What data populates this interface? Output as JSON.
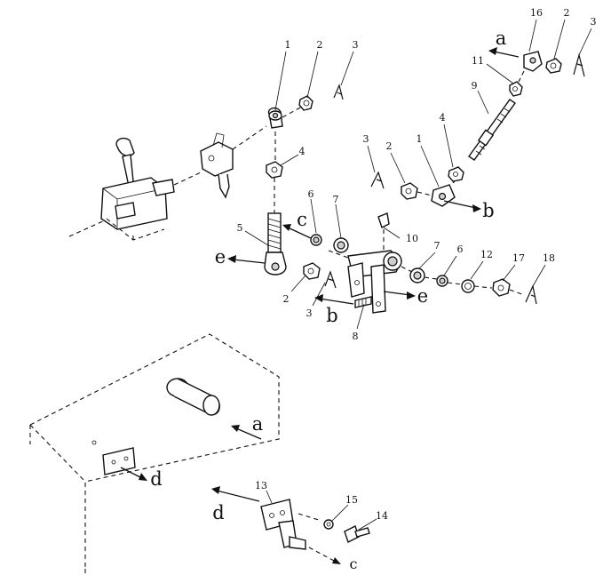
{
  "labels": [
    {
      "id": "p1-top",
      "text": "1"
    },
    {
      "id": "p2-top",
      "text": "2"
    },
    {
      "id": "p3-top",
      "text": "3"
    },
    {
      "id": "p4-top",
      "text": "4"
    },
    {
      "id": "p5",
      "text": "5"
    },
    {
      "id": "p6-left",
      "text": "6"
    },
    {
      "id": "p7-left",
      "text": "7"
    },
    {
      "id": "p10",
      "text": "10"
    },
    {
      "id": "p2-bot",
      "text": "2"
    },
    {
      "id": "p3-bot",
      "text": "3"
    },
    {
      "id": "p8",
      "text": "8"
    },
    {
      "id": "p7-right",
      "text": "7"
    },
    {
      "id": "p6-right",
      "text": "6"
    },
    {
      "id": "p12",
      "text": "12"
    },
    {
      "id": "p17",
      "text": "17"
    },
    {
      "id": "p18",
      "text": "18"
    },
    {
      "id": "p16",
      "text": "16"
    },
    {
      "id": "p2-tr",
      "text": "2"
    },
    {
      "id": "p3-tr",
      "text": "3"
    },
    {
      "id": "p11",
      "text": "11"
    },
    {
      "id": "p9",
      "text": "9"
    },
    {
      "id": "p4-mid",
      "text": "4"
    },
    {
      "id": "p3-mid",
      "text": "3"
    },
    {
      "id": "p2-mid",
      "text": "2"
    },
    {
      "id": "p1-mid",
      "text": "1"
    },
    {
      "id": "p13",
      "text": "13"
    },
    {
      "id": "p15",
      "text": "15"
    },
    {
      "id": "p14",
      "text": "14"
    }
  ],
  "references": [
    {
      "id": "ref-a-top",
      "text": "a"
    },
    {
      "id": "ref-b-mid",
      "text": "b"
    },
    {
      "id": "ref-c-mid",
      "text": "c"
    },
    {
      "id": "ref-e-left",
      "text": "e"
    },
    {
      "id": "ref-b-bot",
      "text": "b"
    },
    {
      "id": "ref-e-right",
      "text": "e"
    },
    {
      "id": "ref-a-box",
      "text": "a"
    },
    {
      "id": "ref-d-box",
      "text": "d"
    },
    {
      "id": "ref-d-bracket",
      "text": "d"
    },
    {
      "id": "ref-c-bracket",
      "text": "c"
    }
  ]
}
